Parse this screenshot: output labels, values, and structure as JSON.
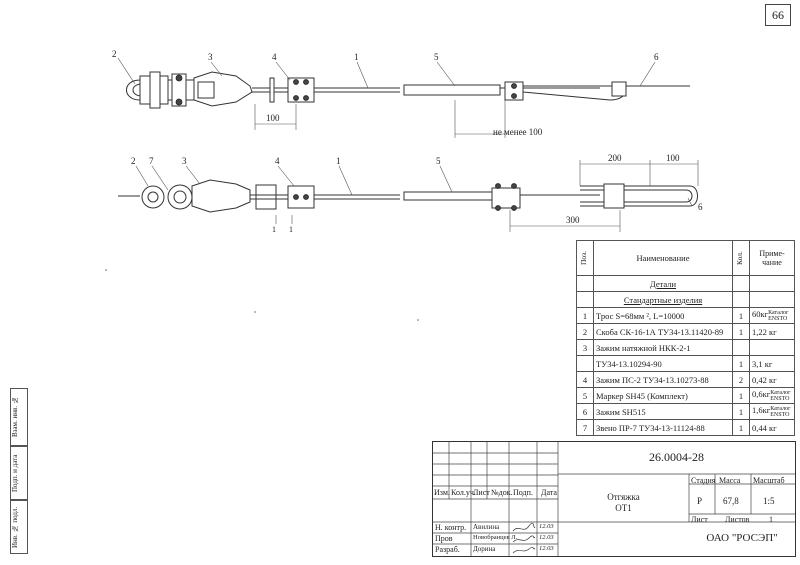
{
  "page_number": "66",
  "drawing": {
    "callouts_top": [
      "2",
      "3",
      "4",
      "1",
      "5",
      "6"
    ],
    "callouts_bottom": [
      "2",
      "7",
      "3",
      "4",
      "1",
      "5",
      "6"
    ],
    "dims": {
      "d100_top": "100",
      "min100": "не менее 100",
      "d200": "200",
      "d100_bottom": "100",
      "d300": "300"
    },
    "section_marks": [
      "1",
      "1"
    ]
  },
  "spec_table": {
    "headers": {
      "pos": "Поз.",
      "name": "Наименование",
      "qty": "Кол.",
      "note": "Приме-чание"
    },
    "section_details": "Детали",
    "section_standard": "Стандартные изделия",
    "rows": [
      {
        "pos": "1",
        "name": "Трос S=68мм ², L=10000",
        "qty": "1",
        "note": "60кг",
        "note2": "Каталог ENSTO"
      },
      {
        "pos": "2",
        "name": "Скоба СК-16-1А ТУ34-13.11420-89",
        "qty": "1",
        "note": "1,22 кг",
        "note2": ""
      },
      {
        "pos": "3",
        "name": "Зажим натяжной НКК-2-1",
        "qty": "",
        "note": "",
        "note2": ""
      },
      {
        "pos": "",
        "name": "ТУ34-13.10294-90",
        "qty": "1",
        "note": "3,1 кг",
        "note2": ""
      },
      {
        "pos": "4",
        "name": "Зажим ПС-2 ТУ34-13.10273-88",
        "qty": "2",
        "note": "0,42 кг",
        "note2": ""
      },
      {
        "pos": "5",
        "name": "Маркер SH45 (Комплект)",
        "qty": "1",
        "note": "0,6кг",
        "note2": "Каталог ENSTO"
      },
      {
        "pos": "6",
        "name": "Зажим SH515",
        "qty": "1",
        "note": "1,6кг",
        "note2": "Каталог ENSTO"
      },
      {
        "pos": "7",
        "name": "Звено ПР-7 ТУ34-13-11124-88",
        "qty": "1",
        "note": "0,44 кг",
        "note2": ""
      }
    ]
  },
  "title_block": {
    "doc_number": "26.0004-28",
    "title_line1": "Отгяжка",
    "title_line2": "ОТ1",
    "col_headers": [
      "Изм.",
      "Кол.уч.",
      "Лист",
      "№док.",
      "Подп.",
      "Дата"
    ],
    "stage_label": "Стадия",
    "mass_label": "Масса",
    "scale_label": "Масштаб",
    "stage": "Р",
    "mass": "67,8",
    "scale": "1:5",
    "sheet_label": "Лист",
    "sheets_label": "Листов",
    "sheets": "1",
    "roles": [
      "Н. контр.",
      "Пров",
      "Разраб."
    ],
    "names": [
      "Авилина",
      "Новобранцев Л.",
      "Дорина"
    ],
    "dates": [
      "12.03",
      "12.03",
      "12.03"
    ],
    "org": "ОАО \"РОСЭП\""
  },
  "side_stamp": [
    "Взам. инв. №",
    "Подп. и дата",
    "Инв. № подл."
  ]
}
